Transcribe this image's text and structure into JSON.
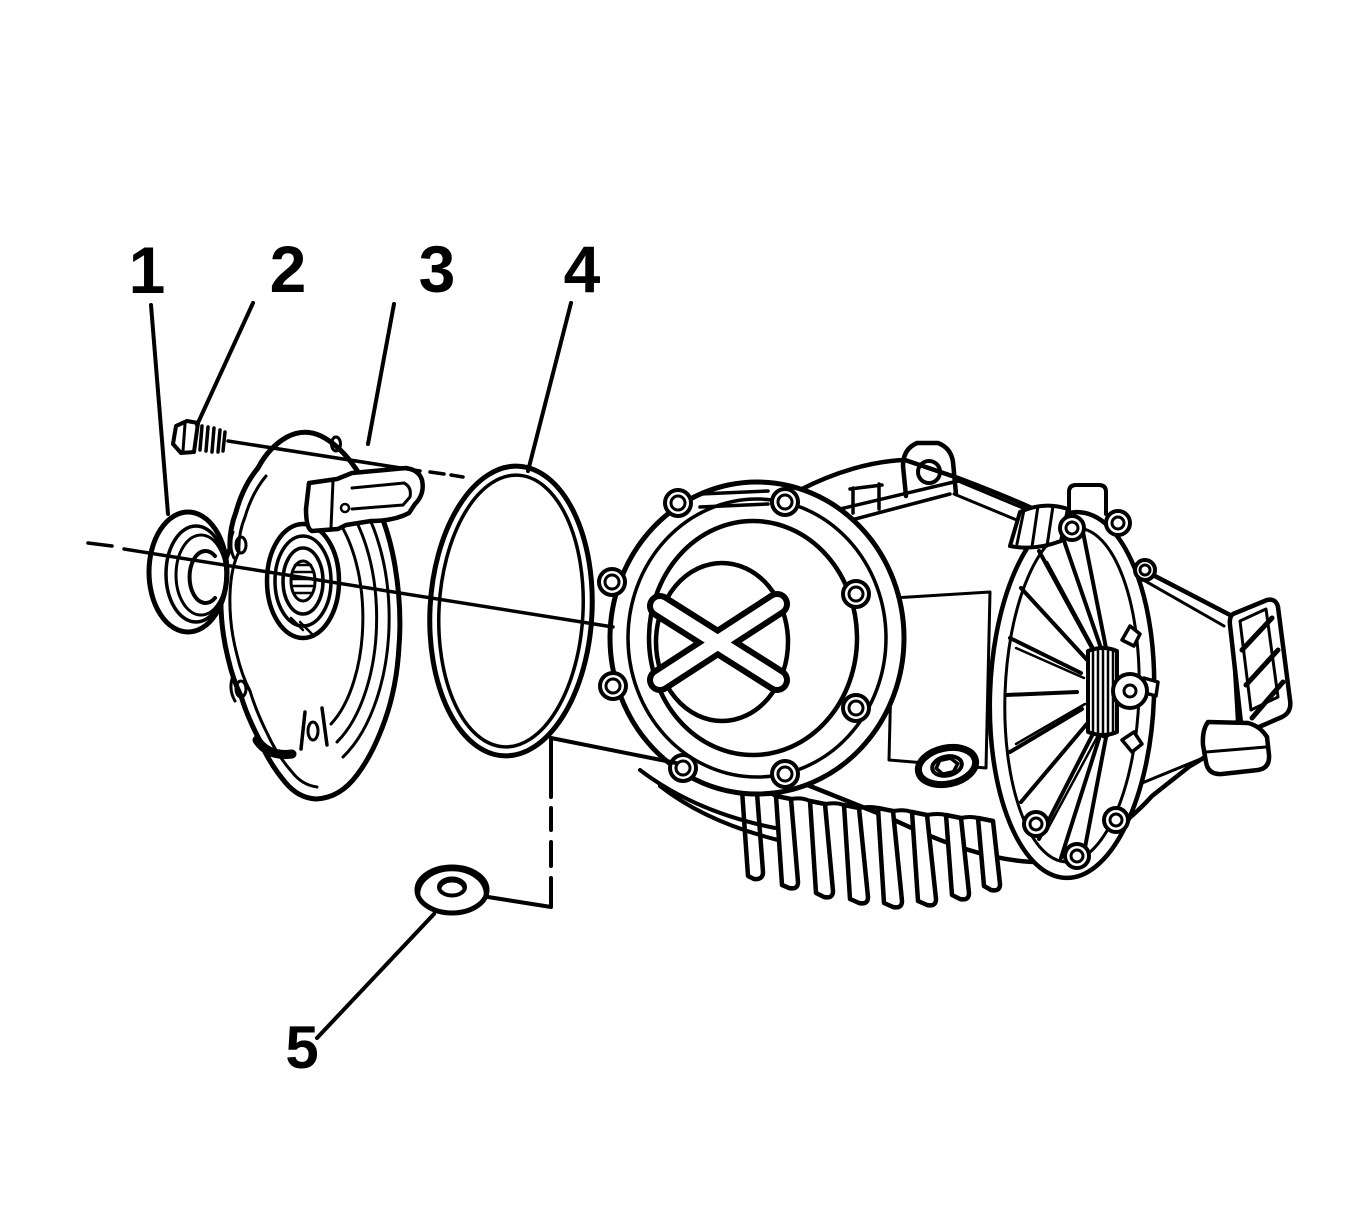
{
  "diagram": {
    "background_color": "#ffffff",
    "line_color": "#000000",
    "emblem_icon": "x-mark",
    "callouts": [
      {
        "label": "1"
      },
      {
        "label": "2"
      },
      {
        "label": "3"
      },
      {
        "label": "4"
      },
      {
        "label": "5"
      }
    ]
  }
}
